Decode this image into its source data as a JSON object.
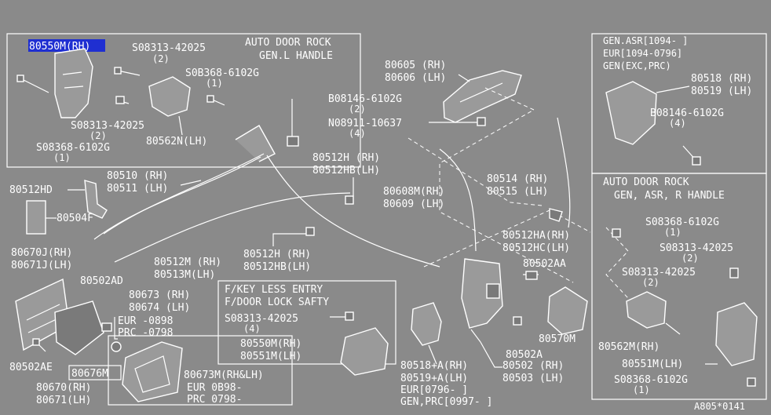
{
  "highlight": "80550M(RH)",
  "boxes": {
    "top_left_title": [
      "AUTO DOOR ROCK",
      "GEN.L HANDLE"
    ],
    "top_right_title": [
      "GEN.ASR[1094-      ]",
      "EUR[1094-0796]",
      "GEN(EXC,PRC)"
    ],
    "right_title": [
      "AUTO DOOR ROCK",
      "GEN, ASR, R HANDLE"
    ],
    "keyless_title": [
      "F/KEY LESS ENTRY",
      "F/DOOR LOCK SAFTY"
    ]
  },
  "labels": {
    "tl_1": "S08313-42025",
    "tl_1b": "(2)",
    "tl_2": "S0B368-6102G",
    "tl_2b": "(1)",
    "tl_3": "S08313-42025",
    "tl_3b": "(2)",
    "tl_4": "S08368-6102G",
    "tl_4b": "(1)",
    "tl_5": "80562N(LH)",
    "p80605": "80605 (RH)",
    "p80606": "80606 (LH)",
    "b08146a": "B08146-6102G",
    "b08146a_q": "(2)",
    "n08911": "N08911-10637",
    "n08911_q": "(4)",
    "p80512h_a": "80512H  (RH)",
    "p80512hb_a": "80512HB(LH)",
    "p80510": "80510 (RH)",
    "p80511": "80511  (LH)",
    "p80512hd": "80512HD",
    "p80504f": "80504F",
    "p80608m": "80608M(RH)",
    "p80609": "80609  (LH)",
    "p80514": "80514 (RH)",
    "p80515": "80515 (LH)",
    "p80512ha": "80512HA(RH)",
    "p80512hc": "80512HC(LH)",
    "p80502aa": "80502AA",
    "p80512m": "80512M (RH)",
    "p80513m": "80513M(LH)",
    "p80512h_b": "80512H  (RH)",
    "p80512hb_b": "80512HB(LH)",
    "p80670j": "80670J(RH)",
    "p80671j": "80671J(LH)",
    "p80502ad": "80502AD",
    "p80673": "80673 (RH)",
    "p80674": "80674 (LH)",
    "eur_range": "EUR      -0898",
    "prc_range": "PRC      -0798",
    "k_08313": "S08313-42025",
    "k_08313_q": "(4)",
    "k_80550m": "80550M(RH)",
    "k_80551m": "80551M(LH)",
    "p80502ae": "80502AE",
    "p80676m": "80676M",
    "p80670": "80670(RH)",
    "p80671": "80671(LH)",
    "p80673m": "80673M(RH&LH)",
    "p80673m_eur": "EUR 0B98-      ",
    "p80673m_prc": "PRC 0798-      ",
    "p80518a": "80518+A(RH)",
    "p80519a": "80519+A(LH)",
    "eur_0796": "EUR[0796-     ]",
    "gen_prc": "GEN,PRC[0997-      ]",
    "p80502a": "80502A",
    "p80502": "80502 (RH)",
    "p80503": "80503 (LH)",
    "p80570m": "80570M",
    "tr_80518": "80518 (RH)",
    "tr_80519": "80519 (LH)",
    "tr_08146": "B08146-6102G",
    "tr_08146_q": "(4)",
    "r_08368a": "S08368-6102G",
    "r_08368a_q": "(1)",
    "r_08313a": "S08313-42025",
    "r_08313a_q": "(2)",
    "r_08313b": "S08313-42025",
    "r_08313b_q": "(2)",
    "r_80562m": "80562M(RH)",
    "r_80551m": "80551M(LH)",
    "r_08368b": "S08368-6102G",
    "r_08368b_q": "(1)",
    "ref": "A805*0141"
  }
}
